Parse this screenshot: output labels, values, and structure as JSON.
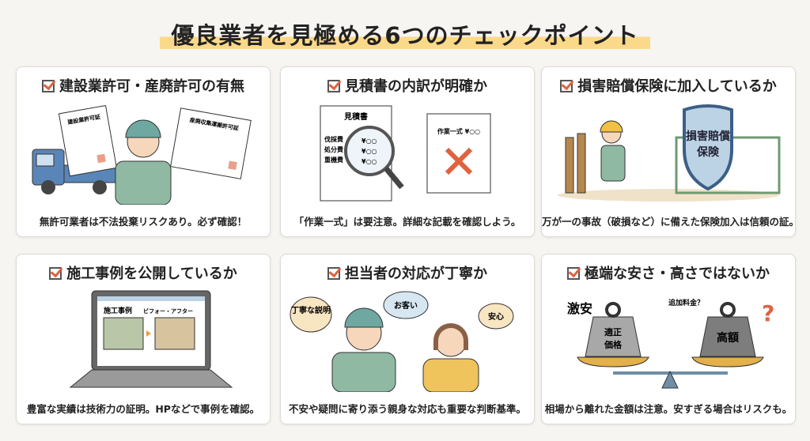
{
  "title": "優良業者を見極める6つのチェックポイント",
  "cards": [
    {
      "title": "建設業許可・産廃許可の有無",
      "caption": "無許可業者は不法投棄リスクあり。必ず確認！",
      "doc1": "建設業許可証",
      "doc2": "産廃収集運搬許可証"
    },
    {
      "title": "見積書の内訳が明確か",
      "caption": "「作業一式」は要注意。詳細な記載を確認しよう。",
      "doc_title": "見積書",
      "items": [
        "伐採費",
        "処分費",
        "重機費"
      ],
      "price": "¥○○",
      "bad_doc": "作業一式 ¥○○"
    },
    {
      "title": "損害賠償保険に加入しているか",
      "caption": "万が一の事故（破損など）に備えた保険加入は信頼の証。",
      "shield_line1": "損害賠償",
      "shield_line2": "保険"
    },
    {
      "title": "施工事例を公開しているか",
      "caption": "豊富な実績は技術力の証明。HPなどで事例を確認。",
      "screen_title": "施工事例",
      "screen_sub": "ビフォー・アフター"
    },
    {
      "title": "担当者の対応が丁寧か",
      "caption": "不安や疑問に寄り添う親身な対応も重要な判断基準。",
      "bubble1": "丁寧な説明",
      "bubble2": "お客い",
      "bubble3": "安心"
    },
    {
      "title": "極端な安さ・高さではないか",
      "caption": "相場から離れた金額は注意。安すぎる場合はリスクも。",
      "cheap": "激安",
      "weight1_line1": "適正",
      "weight1_line2": "価格",
      "extra": "追加料金？",
      "weight2": "高額",
      "question": "?"
    }
  ],
  "colors": {
    "accent": "#e0623f",
    "highlight": "#fbd98a",
    "uniform": "#8fb9a3",
    "helmet": "#6fa8a0"
  }
}
